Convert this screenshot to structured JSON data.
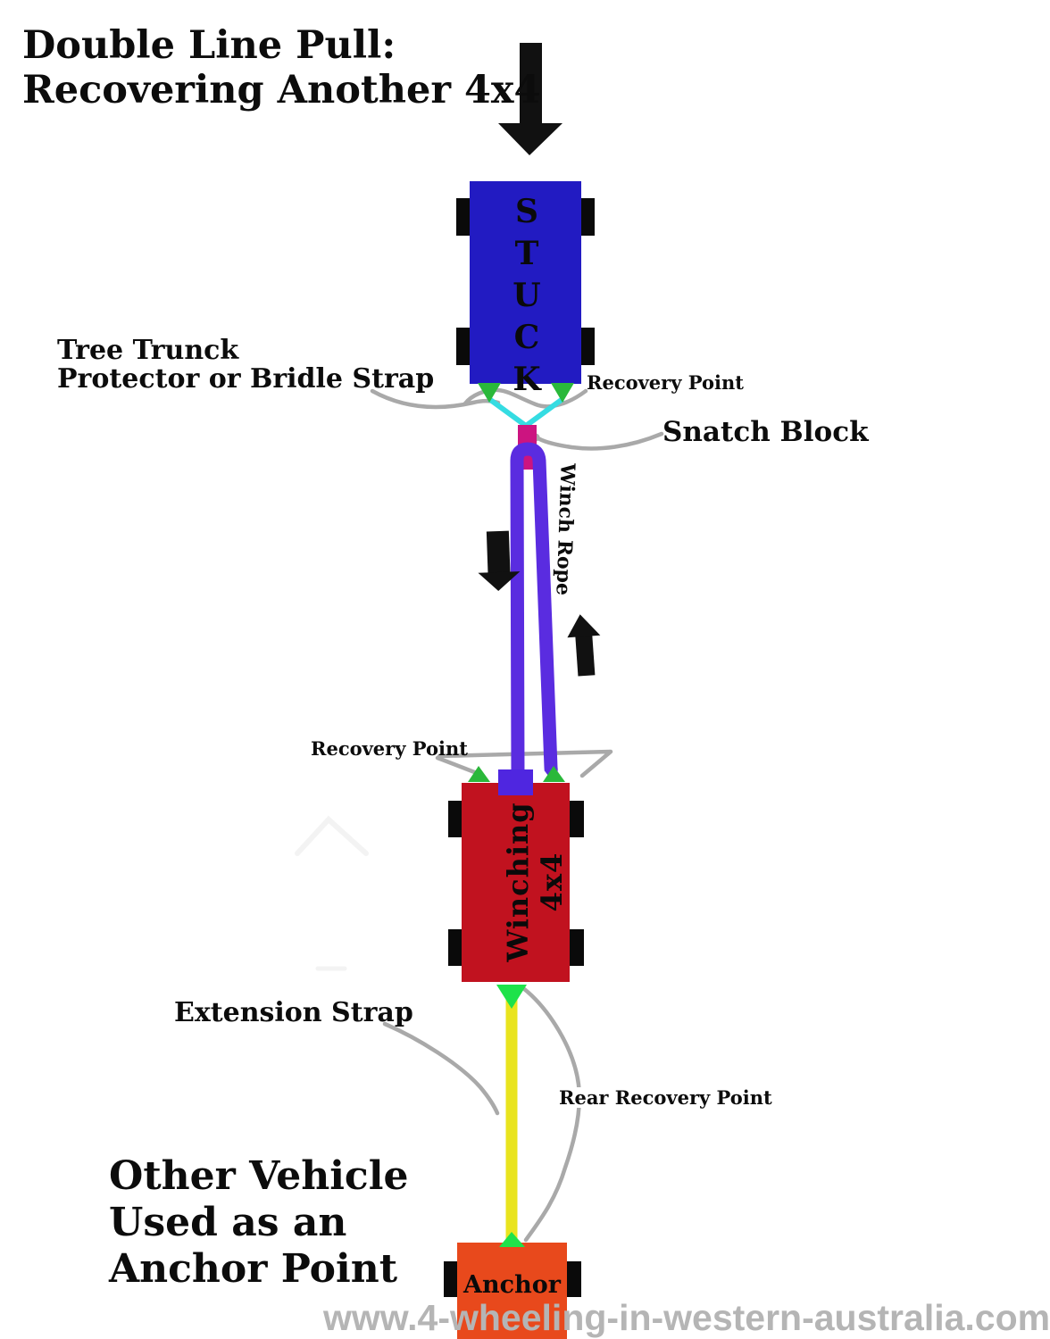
{
  "title": {
    "line1": "Double Line Pull:",
    "line2": "Recovering Another 4x4"
  },
  "labels": {
    "tree_trunk_line1": "Tree Trunck",
    "tree_trunk_line2": "Protector or Bridle Strap",
    "recovery_point_top": "Recovery Point",
    "snatch_block": "Snatch Block",
    "winch_rope": "Winch Rope",
    "recovery_point_mid": "Recovery Point",
    "extension_strap": "Extension Strap",
    "rear_recovery_point": "Rear Recovery Point",
    "other_vehicle_line1": "Other Vehicle",
    "other_vehicle_line2": "Used as an",
    "other_vehicle_line3": "Anchor Point"
  },
  "vehicles": {
    "stuck_label": "STUCK",
    "winching_label": "Winching 4x4",
    "anchor_label": "Anchor"
  },
  "watermark": "www.4-wheeling-in-western-australia.com",
  "colors": {
    "stuck_blue": "#221bc2",
    "winching_red": "#c1121f",
    "anchor_orange": "#e8491c",
    "rope_purple": "#5a2ce0",
    "winch_mount_purple": "#4f26e0",
    "snatch_magenta": "#cc1480",
    "bridle_cyan": "#35dce2",
    "recovery_green": "#2ab83a",
    "bright_green": "#1ee24a",
    "strap_yellow": "#e9e41e",
    "pointer_gray": "#a9a9a9",
    "arrow_black": "#111111",
    "wheel_black": "#0a0a0a",
    "ghost_gray": "#f3f3f3"
  }
}
